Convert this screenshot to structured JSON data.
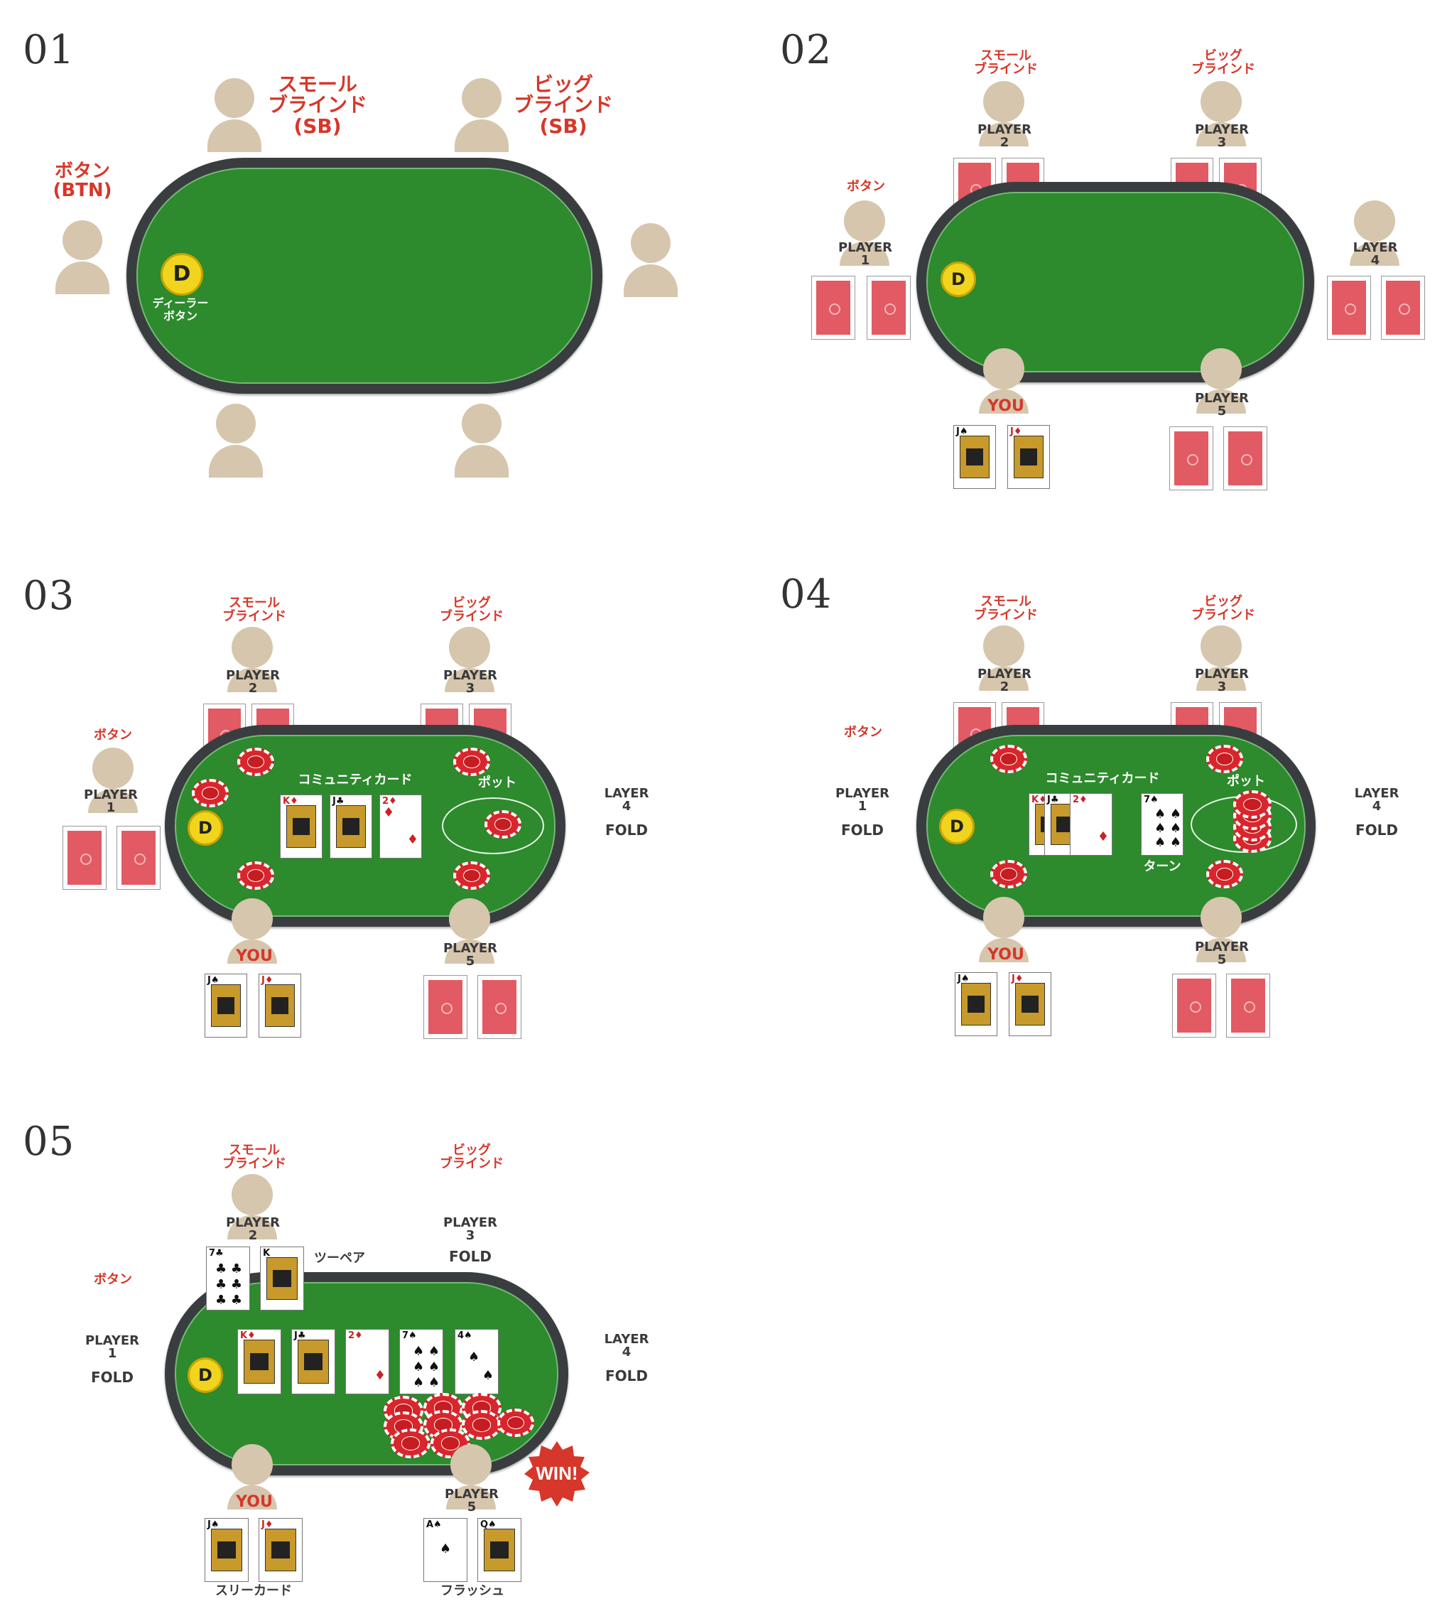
{
  "panels": [
    {
      "number": "01",
      "labels": {
        "button": "ボタン\n(BTN)",
        "small_blind": "スモール\nブラインド\n(SB)",
        "big_blind": "ビッグ\nブラインド\n(SB)",
        "dealer_button": "ディーラー\nボタン",
        "dealer_chip": "D"
      }
    },
    {
      "number": "02",
      "labels": {
        "small_blind": "スモール\nブラインド",
        "big_blind": "ビッグ\nブラインド",
        "button": "ボタン",
        "player1": "PLAYER\n1",
        "player2": "PLAYER\n2",
        "player3": "PLAYER\n3",
        "player4": "LAYER\n4",
        "player5": "PLAYER\n5",
        "you": "YOU",
        "dealer_chip": "D"
      }
    },
    {
      "number": "03",
      "labels": {
        "small_blind": "スモール\nブラインド",
        "big_blind": "ビッグ\nブラインド",
        "button": "ボタン",
        "player1": "PLAYER\n1",
        "player2": "PLAYER\n2",
        "player3": "PLAYER\n3",
        "player4": "LAYER\n4",
        "player4_status": "FOLD",
        "player5": "PLAYER\n5",
        "you": "YOU",
        "community": "コミュニティカード",
        "pot": "ポット",
        "dealer_chip": "D"
      }
    },
    {
      "number": "04",
      "labels": {
        "small_blind": "スモール\nブラインド",
        "big_blind": "ビッグ\nブラインド",
        "button": "ボタン",
        "player1": "PLAYER\n1",
        "player1_status": "FOLD",
        "player2": "PLAYER\n2",
        "player3": "PLAYER\n3",
        "player4": "LAYER\n4",
        "player4_status": "FOLD",
        "player5": "PLAYER\n5",
        "you": "YOU",
        "community": "コミュニティカード",
        "pot": "ポット",
        "turn": "ターン",
        "dealer_chip": "D"
      }
    },
    {
      "number": "05",
      "labels": {
        "small_blind": "スモール\nブラインド",
        "big_blind": "ビッグ\nブラインド",
        "button": "ボタン",
        "player1": "PLAYER\n1",
        "player1_status": "FOLD",
        "player2": "PLAYER\n2",
        "player3": "PLAYER\n3",
        "player3_status": "FOLD",
        "player4": "LAYER\n4",
        "player4_status": "FOLD",
        "player5": "PLAYER\n5",
        "you": "YOU",
        "two_pair": "ツーペア",
        "three_card": "スリーカード",
        "flush": "フラッシュ",
        "win": "WIN!",
        "dealer_chip": "D"
      }
    }
  ],
  "cards": {
    "you_hand": [
      "J♠",
      "J♦"
    ],
    "flop": [
      "K♦",
      "J♣",
      "2♦"
    ],
    "turn": "7♠",
    "river": "4♠",
    "player2_hand": [
      "7♣",
      "K"
    ],
    "player5_hand": [
      "A♠",
      "Q♠"
    ]
  },
  "colors": {
    "felt": "#2d8a2d",
    "rail": "#3a3d40",
    "person": "#d6c6ad",
    "accent_red": "#d6372a",
    "card_back": "#e25a63",
    "dealer_chip": "#f0d41e",
    "chip": "#d8262c"
  }
}
